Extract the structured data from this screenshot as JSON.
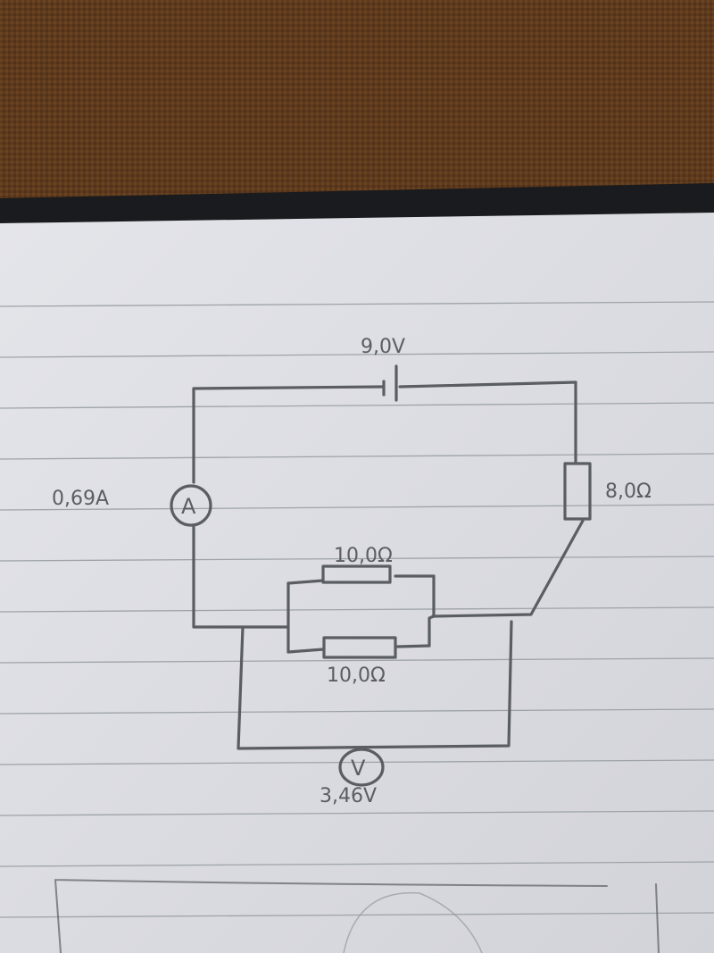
{
  "diagram": {
    "type": "circuit",
    "battery": {
      "label": "9,0V"
    },
    "ammeter": {
      "symbol": "A",
      "reading": "0,69A"
    },
    "series_resistor": {
      "label": "8,0Ω"
    },
    "parallel_resistors": [
      {
        "label": "10,0Ω"
      },
      {
        "label": "10,0Ω"
      }
    ],
    "voltmeter": {
      "symbol": "V",
      "reading": "3,46V"
    }
  },
  "colors": {
    "ink": "#5a5d62",
    "paper": "#dcdde2",
    "carpet": "#5e3a1c",
    "rule_lines": "#9ea3aa"
  }
}
